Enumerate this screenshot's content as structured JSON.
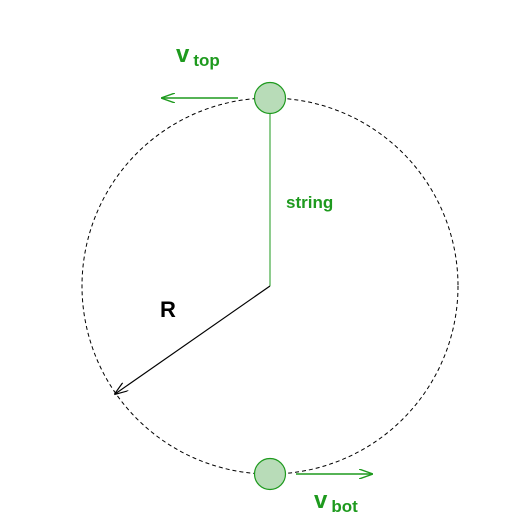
{
  "labels": {
    "v_top_main": "v",
    "v_top_sub": "top",
    "v_bot_main": "v",
    "v_bot_sub": "bot",
    "string": "string",
    "radius": "R"
  },
  "colors": {
    "green": "#1e9a1e",
    "ball_fill": "#b8dcb8",
    "ball_stroke": "#1e9a1e",
    "path": "#000000",
    "radius": "#000000"
  }
}
